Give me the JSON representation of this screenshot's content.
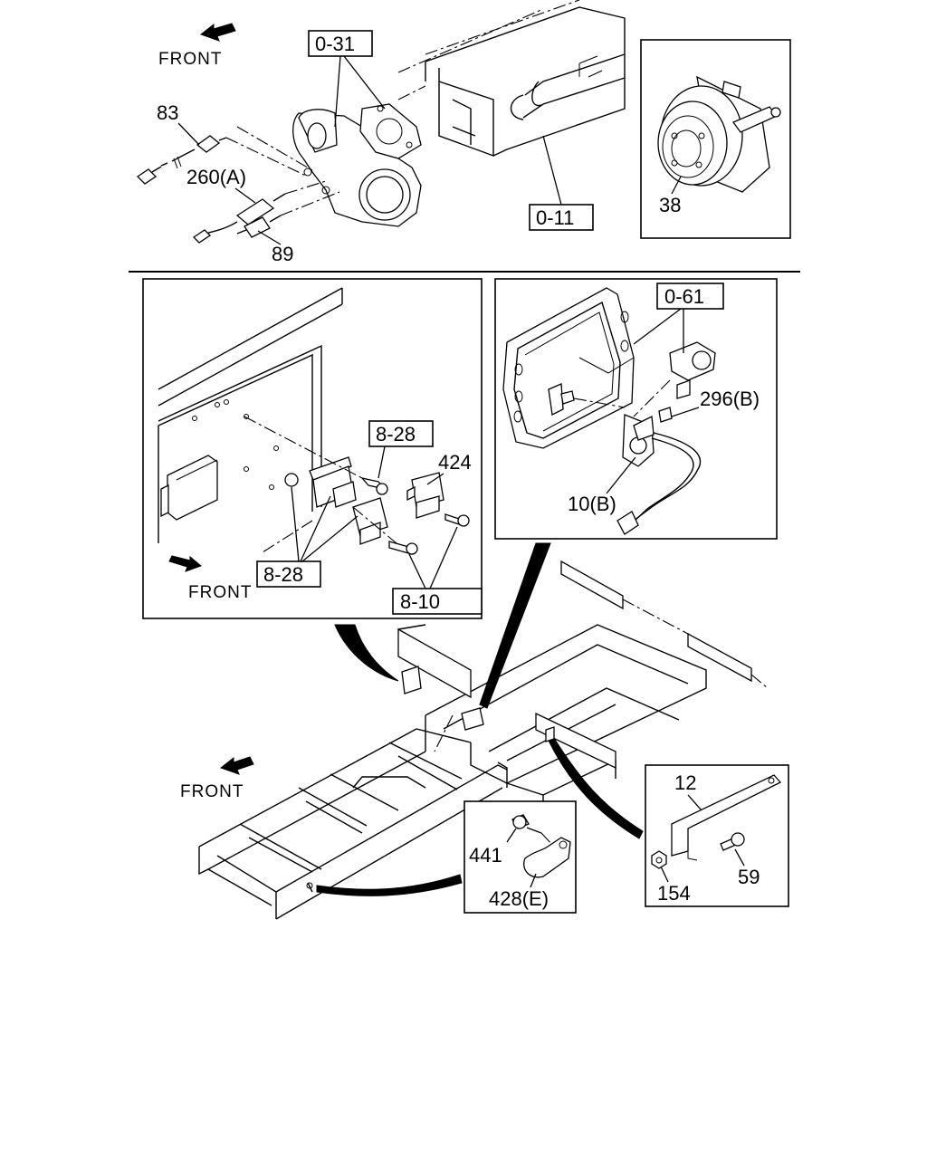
{
  "top_section": {
    "front_label": "FRONT",
    "refs": {
      "r031": "0-31",
      "r011": "0-11"
    },
    "parts": {
      "p83": "83",
      "p260a": "260(A)",
      "p89": "89",
      "p38": "38"
    }
  },
  "left_inset": {
    "front_label": "FRONT",
    "refs": {
      "r828_top": "8-28",
      "r828_bottom": "8-28",
      "r810": "8-10"
    },
    "parts": {
      "p424": "424"
    }
  },
  "right_inset": {
    "refs": {
      "r061": "0-61"
    },
    "parts": {
      "p296b": "296(B)",
      "p10b": "10(B)"
    }
  },
  "frame_section": {
    "front_label": "FRONT"
  },
  "clamp_inset": {
    "parts": {
      "p441": "441",
      "p428e": "428(E)"
    }
  },
  "bracket_inset": {
    "parts": {
      "p12": "12",
      "p154": "154",
      "p59": "59"
    }
  }
}
